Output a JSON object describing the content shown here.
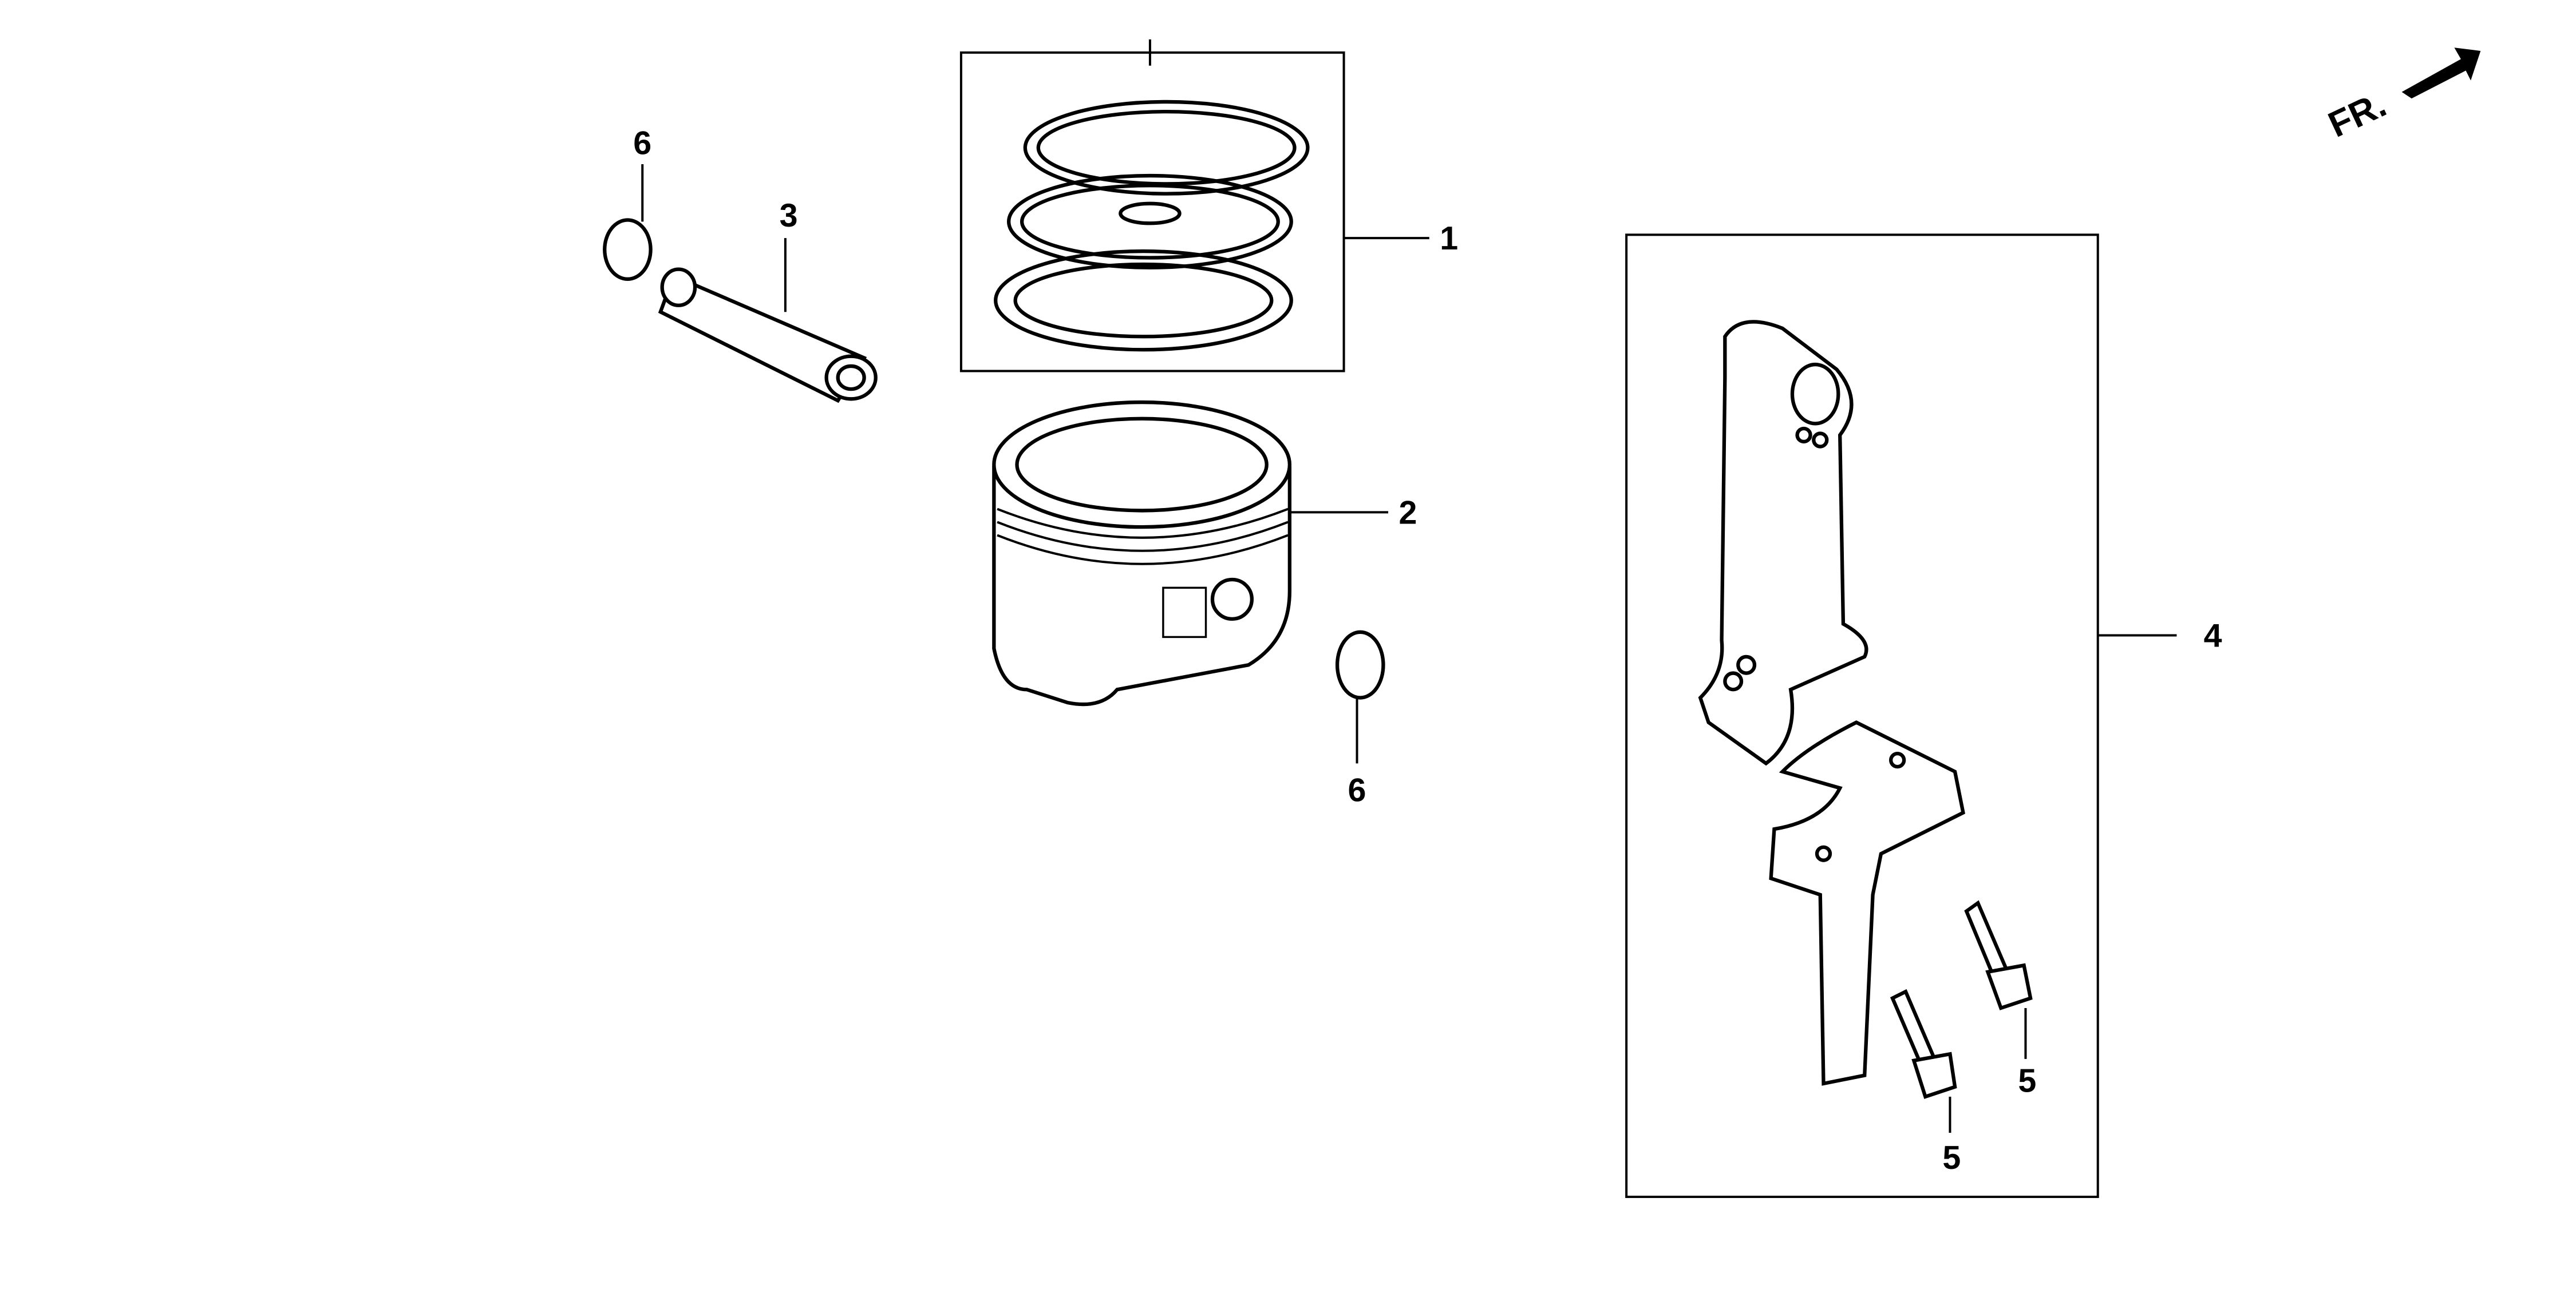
{
  "diagram": {
    "direction_indicator": {
      "label": "FR.",
      "icon": "arrow-front-icon"
    },
    "callouts": [
      {
        "id": "1",
        "part": "piston-ring-set"
      },
      {
        "id": "2",
        "part": "piston"
      },
      {
        "id": "3",
        "part": "piston-pin"
      },
      {
        "id": "4",
        "part": "connecting-rod-set"
      },
      {
        "id": "5",
        "part": "connecting-rod-bolt"
      },
      {
        "id": "6",
        "part": "piston-pin-clip"
      }
    ],
    "colors": {
      "line": "#000000",
      "background": "#ffffff"
    }
  }
}
